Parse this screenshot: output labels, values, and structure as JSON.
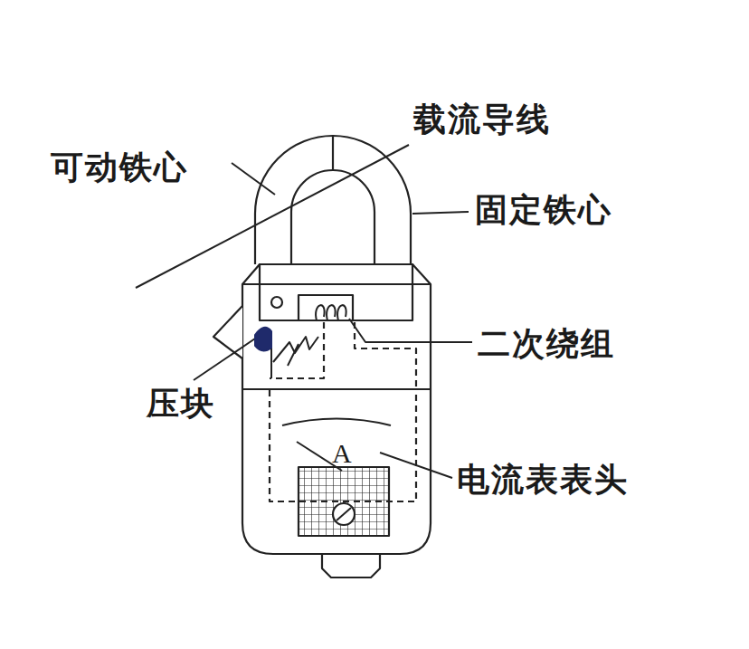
{
  "diagram": {
    "labels": [
      "载流导线",
      "可动铁心",
      "固定铁心",
      "二次绕组",
      "压块",
      "A",
      "电流表表头"
    ]
  }
}
